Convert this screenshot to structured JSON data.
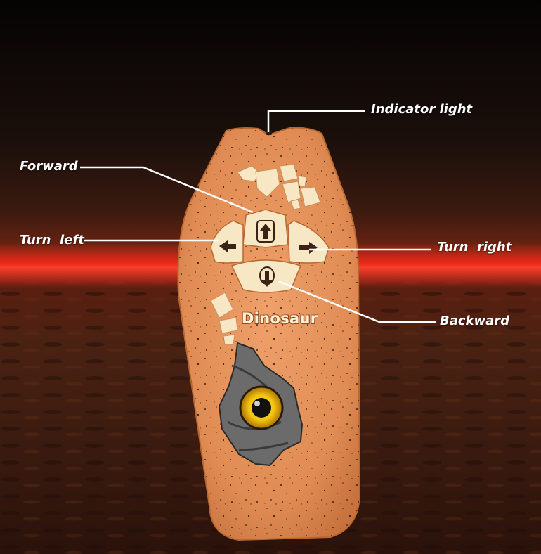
{
  "product": {
    "brand_text": "Dinosaur"
  },
  "labels": {
    "indicator_light": "Indicator light",
    "forward": "Forward",
    "turn_left": "Turn  left",
    "turn_right": "Turn  right",
    "backward": "Backward"
  },
  "colors": {
    "background": "#0b0706",
    "horizon_glow": "#ff1a1a",
    "remote_body": "#e6935a",
    "button_fill": "#f7e7c4",
    "callout_text": "#ffffff",
    "eye": "#f2c40f"
  },
  "icons": {
    "forward_button": "footprint-up-arrow",
    "backward_button": "footprint-down-arrow",
    "left_button": "arrow-left",
    "right_button": "arrow-right"
  }
}
